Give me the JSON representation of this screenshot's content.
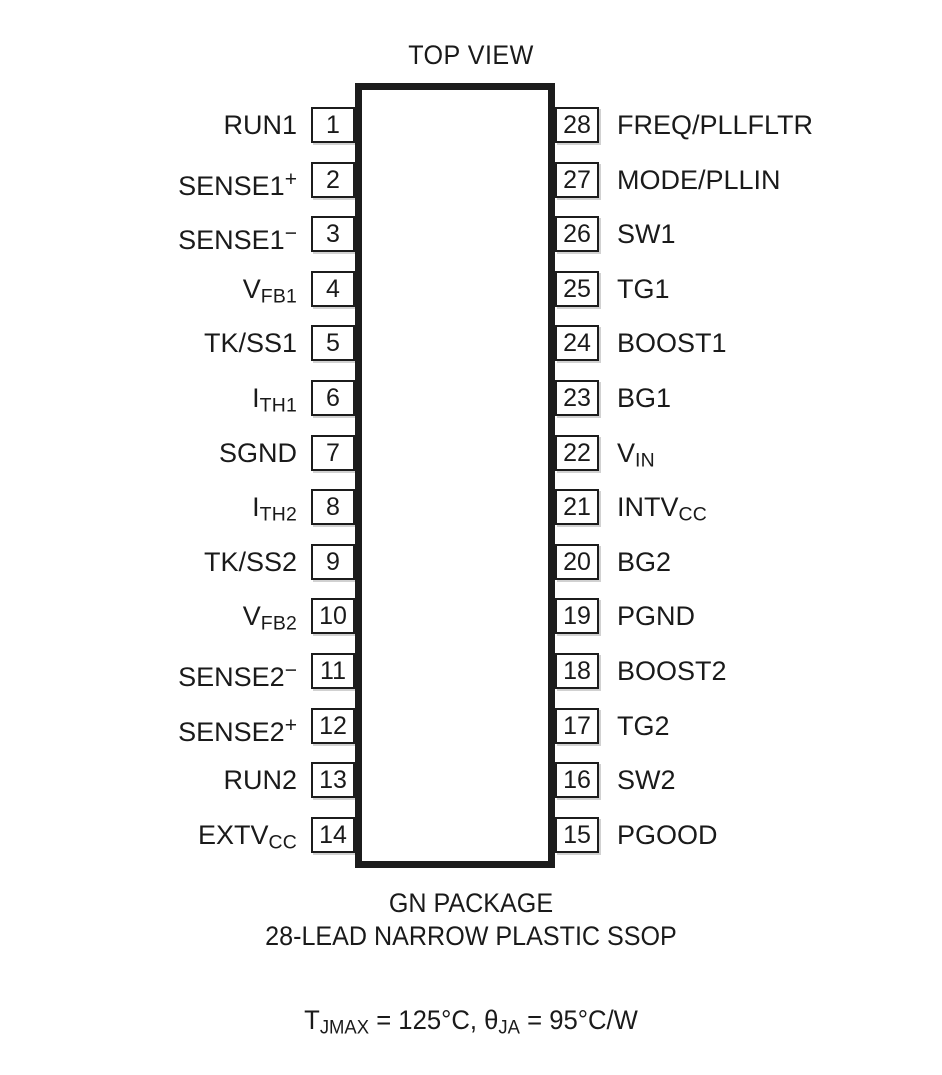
{
  "diagram": {
    "top_view_label": "TOP VIEW",
    "package_name": "GN PACKAGE",
    "package_description": "28-LEAD NARROW PLASTIC SSOP",
    "thermal": {
      "tjmax_symbol": "T",
      "tjmax_sub": "JMAX",
      "tjmax_value": " = 125°C, ",
      "theta_symbol": "θ",
      "theta_sub": "JA",
      "theta_value": " = 95°C/W"
    },
    "outline_color": "#1c1c1c",
    "text_color": "#1a1a1a",
    "background_color": "#ffffff"
  },
  "pins_left": [
    {
      "number": "1",
      "base": "RUN1",
      "sub": "",
      "sup": ""
    },
    {
      "number": "2",
      "base": "SENSE1",
      "sub": "",
      "sup": "+"
    },
    {
      "number": "3",
      "base": "SENSE1",
      "sub": "",
      "sup": "−"
    },
    {
      "number": "4",
      "base": "V",
      "sub": "FB1",
      "sup": ""
    },
    {
      "number": "5",
      "base": "TK/SS1",
      "sub": "",
      "sup": ""
    },
    {
      "number": "6",
      "base": "I",
      "sub": "TH1",
      "sup": ""
    },
    {
      "number": "7",
      "base": "SGND",
      "sub": "",
      "sup": ""
    },
    {
      "number": "8",
      "base": "I",
      "sub": "TH2",
      "sup": ""
    },
    {
      "number": "9",
      "base": "TK/SS2",
      "sub": "",
      "sup": ""
    },
    {
      "number": "10",
      "base": "V",
      "sub": "FB2",
      "sup": ""
    },
    {
      "number": "11",
      "base": "SENSE2",
      "sub": "",
      "sup": "−"
    },
    {
      "number": "12",
      "base": "SENSE2",
      "sub": "",
      "sup": "+"
    },
    {
      "number": "13",
      "base": "RUN2",
      "sub": "",
      "sup": ""
    },
    {
      "number": "14",
      "base": "EXTV",
      "sub": "CC",
      "sup": ""
    }
  ],
  "pins_right": [
    {
      "number": "28",
      "base": "FREQ/PLLFLTR",
      "sub": "",
      "sup": ""
    },
    {
      "number": "27",
      "base": "MODE/PLLIN",
      "sub": "",
      "sup": ""
    },
    {
      "number": "26",
      "base": "SW1",
      "sub": "",
      "sup": ""
    },
    {
      "number": "25",
      "base": "TG1",
      "sub": "",
      "sup": ""
    },
    {
      "number": "24",
      "base": "BOOST1",
      "sub": "",
      "sup": ""
    },
    {
      "number": "23",
      "base": "BG1",
      "sub": "",
      "sup": ""
    },
    {
      "number": "22",
      "base": "V",
      "sub": "IN",
      "sup": ""
    },
    {
      "number": "21",
      "base": "INTV",
      "sub": "CC",
      "sup": ""
    },
    {
      "number": "20",
      "base": "BG2",
      "sub": "",
      "sup": ""
    },
    {
      "number": "19",
      "base": "PGND",
      "sub": "",
      "sup": ""
    },
    {
      "number": "18",
      "base": "BOOST2",
      "sub": "",
      "sup": ""
    },
    {
      "number": "17",
      "base": "TG2",
      "sub": "",
      "sup": ""
    },
    {
      "number": "16",
      "base": "SW2",
      "sub": "",
      "sup": ""
    },
    {
      "number": "15",
      "base": "PGOOD",
      "sub": "",
      "sup": ""
    }
  ]
}
